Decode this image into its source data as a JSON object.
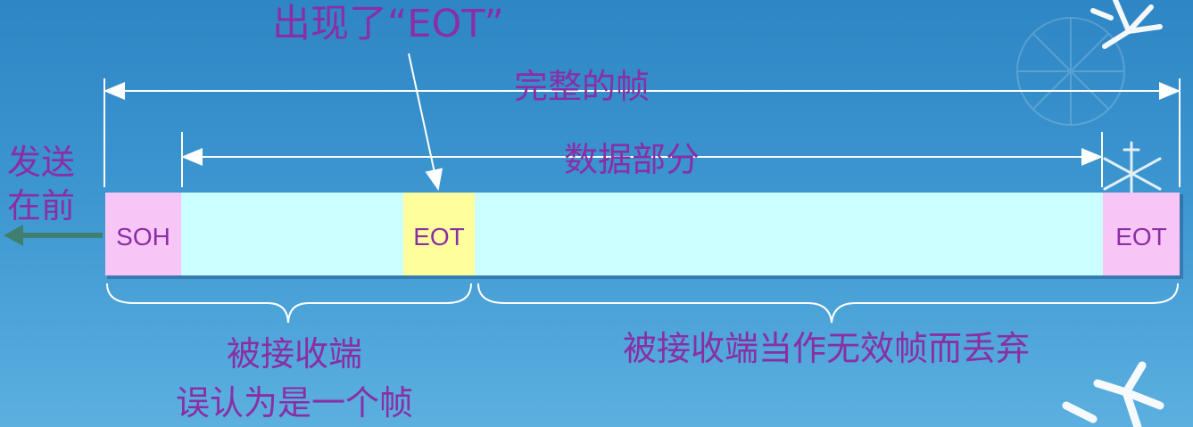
{
  "title": "出现了“EOT”",
  "full_frame_label": "完整的帧",
  "data_part_label": "数据部分",
  "send_first": [
    "发送",
    "在前"
  ],
  "frame_fields": [
    {
      "label": "SOH"
    },
    {
      "label": ""
    },
    {
      "label": "EOT"
    },
    {
      "label": ""
    },
    {
      "label": "EOT"
    }
  ],
  "note_left": [
    "被接收端",
    "误认为是一个帧"
  ],
  "note_right": "被接收端当作无效帧而丢弃",
  "colors": {
    "text": "#8a2ea6",
    "soh_eot_fill": "#f8c6f6",
    "data_fill": "#ccffff",
    "mid_eot_fill": "#fffe9c",
    "arrow": "#3f7f70"
  }
}
